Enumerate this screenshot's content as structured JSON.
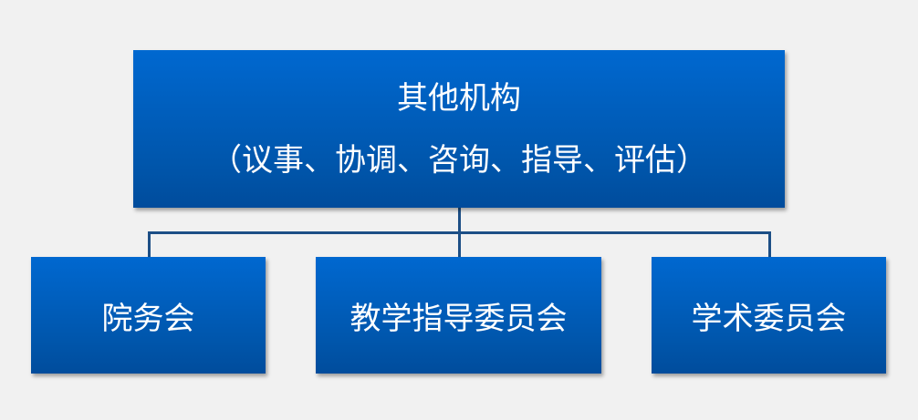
{
  "root": {
    "title": "其他机构",
    "subtitle": "（议事、协调、咨询、指导、评估）"
  },
  "children": [
    {
      "label": "院务会"
    },
    {
      "label": "教学指导委员会"
    },
    {
      "label": "学术委员会"
    }
  ],
  "colors": {
    "box": "#0060c0",
    "connector": "#1d4f86",
    "background": "#f1f1f1"
  }
}
